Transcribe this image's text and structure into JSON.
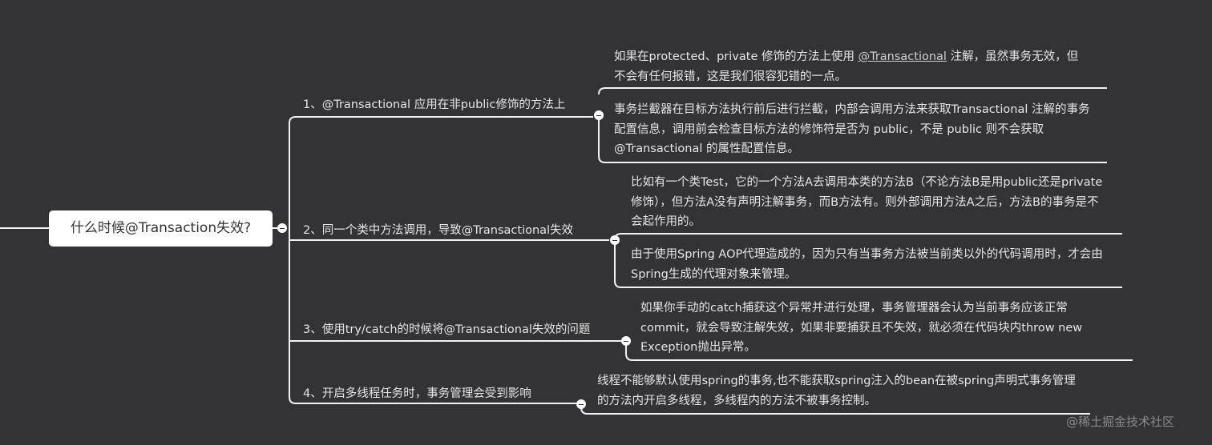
{
  "root": {
    "label": "什么时候@Transaction失效?"
  },
  "branches": [
    {
      "label": "1、@Transactional 应用在非public修饰的方法上",
      "details": [
        {
          "pre": "如果在protected、private 修饰的方法上使用 ",
          "link": "@Transactional",
          "post": " 注解，虽然事务无效，但不会有任何报错，这是我们很容犯错的一点。"
        },
        {
          "text": "事务拦截器在目标方法执行前后进行拦截，内部会调用方法来获取Transactional 注解的事务配置信息，调用前会检查目标方法的修饰符是否为 public，不是 public 则不会获取@Transactional 的属性配置信息。"
        }
      ]
    },
    {
      "label": "2、同一个类中方法调用，导致@Transactional失效",
      "details": [
        {
          "text": "比如有一个类Test，它的一个方法A去调用本类的方法B（不论方法B是用public还是private修饰），但方法A没有声明注解事务，而B方法有。则外部调用方法A之后，方法B的事务是不会起作用的。"
        },
        {
          "text": "由于使用Spring AOP代理造成的，因为只有当事务方法被当前类以外的代码调用时，才会由Spring生成的代理对象来管理。"
        }
      ]
    },
    {
      "label": "3、使用try/catch的时候将@Transactional失效的问题",
      "details": [
        {
          "text": "如果你手动的catch捕获这个异常并进行处理，事务管理器会认为当前事务应该正常commit，就会导致注解失效，如果非要捕获且不失效，就必须在代码块内throw new Exception抛出异常。"
        }
      ]
    },
    {
      "label": "4、开启多线程任务时，事务管理会受到影响",
      "details": [
        {
          "text": "线程不能够默认使用spring的事务,也不能获取spring注入的bean在被spring声明式事务管理的方法内开启多线程，多线程内的方法不被事务控制。"
        }
      ]
    }
  ],
  "watermark": "@稀土掘金技术社区",
  "colors": {
    "background": "#333336",
    "line": "#ffffff",
    "text": "#e6e6e6"
  }
}
